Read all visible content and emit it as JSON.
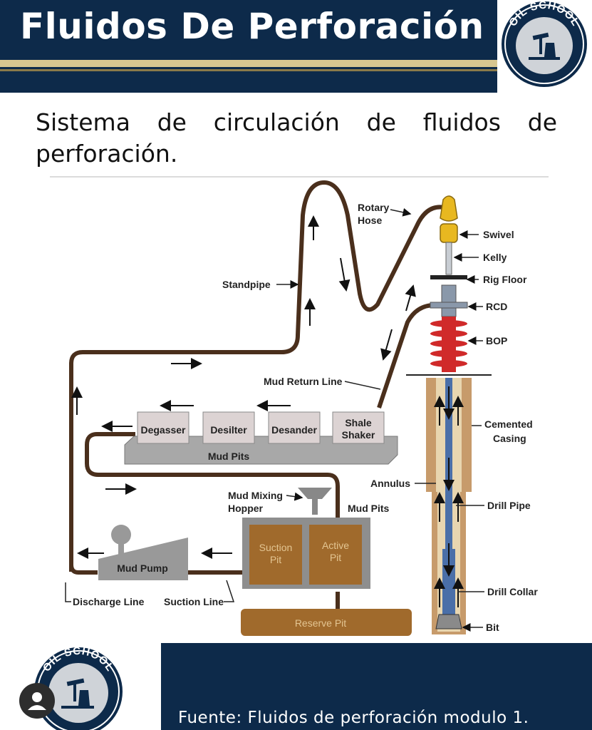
{
  "header": {
    "title": "Fluidos De Perforación",
    "logo_text": "OIL SCHOOL"
  },
  "subtitle": "Sistema de circulación de fluidos de perforación.",
  "diagram": {
    "labels": {
      "rotary_hose_1": "Rotary",
      "rotary_hose_2": "Hose",
      "swivel": "Swivel",
      "kelly": "Kelly",
      "rig_floor": "Rig Floor",
      "rcd": "RCD",
      "bop": "BOP",
      "standpipe": "Standpipe",
      "mud_return_line": "Mud Return Line",
      "cemented_casing_1": "Cemented",
      "cemented_casing_2": "Casing",
      "annulus": "Annulus",
      "drill_pipe": "Drill Pipe",
      "drill_collar": "Drill Collar",
      "bit": "Bit",
      "mud_mixing_hopper_1": "Mud Mixing",
      "mud_mixing_hopper_2": "Hopper",
      "mud_pits_right": "Mud Pits",
      "mud_pump": "Mud Pump",
      "discharge_line": "Discharge Line",
      "suction_line": "Suction Line"
    },
    "boxes": {
      "degasser": "Degasser",
      "desilter": "Desilter",
      "desander": "Desander",
      "shale_shaker_1": "Shale",
      "shale_shaker_2": "Shaker",
      "mud_pits_bar": "Mud Pits",
      "suction_pit_1": "Suction",
      "suction_pit_2": "Pit",
      "active_pit_1": "Active",
      "active_pit_2": "Pit",
      "reserve_pit": "Reserve Pit"
    }
  },
  "footer": {
    "source": "Fuente: Fluidos de perforación modulo 1.",
    "logo_text": "OIL SCHOOL"
  },
  "colors": {
    "navy": "#0d2a4a",
    "gold": "#d7c690",
    "pipe": "#4a2f1c",
    "bop_red": "#d02a2a",
    "pit_brown": "#a06a2c"
  }
}
